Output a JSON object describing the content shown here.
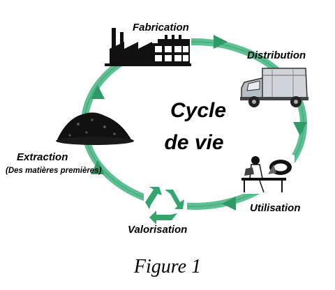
{
  "diagram": {
    "center_title_line1": "Cycle",
    "center_title_line2": "de vie",
    "stages": {
      "fabrication": "Fabrication",
      "distribution": "Distribution",
      "utilisation": "Utilisation",
      "valorisation": "Valorisation",
      "extraction": "Extraction",
      "extraction_sub": "(Des matières premières)"
    },
    "icons": {
      "fabrication": "factory-icon",
      "distribution": "delivery-truck-icon",
      "utilisation": "person-at-desk-icon",
      "valorisation": "recycle-icon",
      "extraction": "raw-material-pile-icon"
    },
    "colors": {
      "cycle_arrow": "#5cc092",
      "arrow_head": "#2f9a66",
      "recycle": "#35a56f"
    }
  },
  "caption": "Figure 1"
}
